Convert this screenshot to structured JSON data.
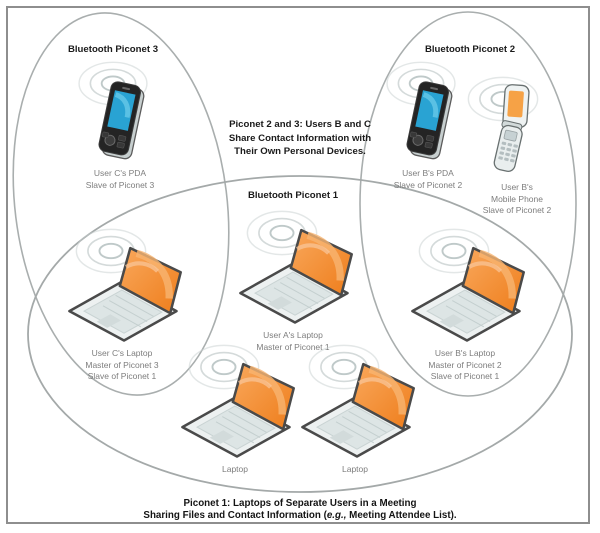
{
  "titles": {
    "piconet3": "Bluetooth Piconet 3",
    "piconet2": "Bluetooth Piconet 2",
    "piconet1": "Bluetooth Piconet 1"
  },
  "note": {
    "line1": "Piconet 2 and 3: Users B and C",
    "line2": "Share Contact Information with",
    "line3": "Their Own Personal Devices."
  },
  "caption": {
    "line1": "Piconet 1: Laptops of Separate Users in a Meeting",
    "line2_pre": "Sharing Files and Contact Information (",
    "line2_italic": "e.g.,",
    "line2_post": " Meeting Attendee List)."
  },
  "devices": {
    "pda_c": {
      "label_lines": [
        "User C's PDA",
        "Slave of Piconet 3"
      ]
    },
    "pda_b": {
      "label_lines": [
        "User B's PDA",
        "Slave of Piconet 2"
      ]
    },
    "phone_b": {
      "label_lines": [
        "User B's",
        "Mobile Phone",
        "Slave of Piconet 2"
      ]
    },
    "laptop_c": {
      "label_lines": [
        "User C's Laptop",
        "Master of Piconet 3",
        "Slave of Piconet 1"
      ]
    },
    "laptop_a": {
      "label_lines": [
        "User A's Laptop",
        "Master of Piconet 1"
      ]
    },
    "laptop_b": {
      "label_lines": [
        "User B's Laptop",
        "Master of Piconet 2",
        "Slave of Piconet 1"
      ]
    },
    "laptop_generic1": {
      "label_lines": [
        "Laptop"
      ]
    },
    "laptop_generic2": {
      "label_lines": [
        "Laptop"
      ]
    }
  },
  "colors": {
    "screen_orange": "#ef8123",
    "pda_screen_blue": "#29a3d3",
    "phone_screen_orange": "#f6a246",
    "ellipse_stroke": "#a9aeae",
    "label_gray": "#7d7d7d",
    "frame_border": "#8e8e8e"
  }
}
